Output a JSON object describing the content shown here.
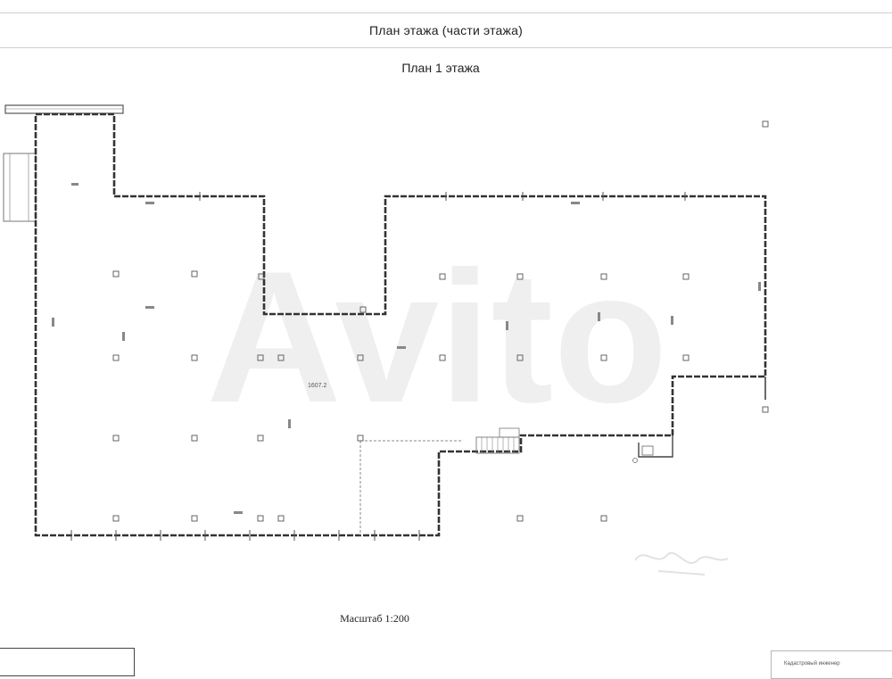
{
  "header": {
    "title": "План этажа (части этажа)"
  },
  "plan": {
    "title": "План 1 этажа",
    "scale": "Масштаб 1:200",
    "area_label": "1607.2"
  },
  "stamp": {
    "right_text": "Кадастровый инженер"
  },
  "watermark": {
    "text": "Avito"
  },
  "colors": {
    "wall": "#333333",
    "line": "#999999",
    "watermark": "#ececec"
  }
}
